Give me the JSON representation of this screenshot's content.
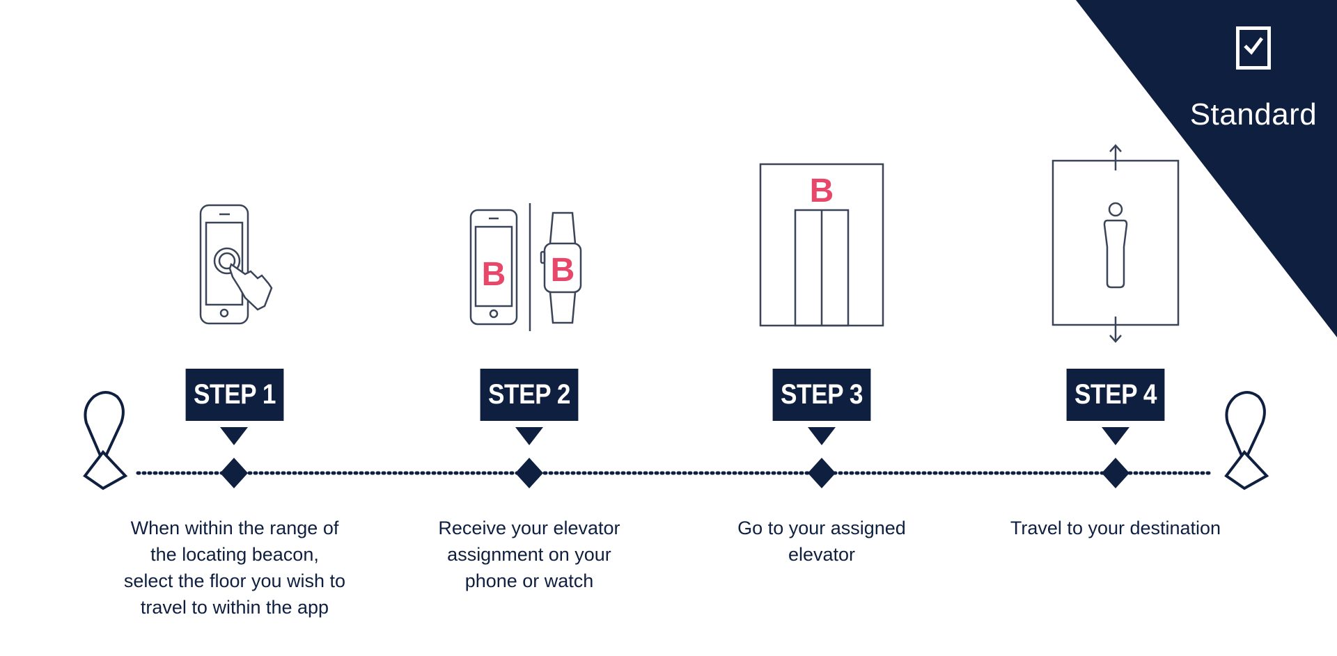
{
  "badge": {
    "label": "Standard",
    "icon": "checkbox-checked-icon",
    "color": "#0f1f3f"
  },
  "colors": {
    "navy": "#0f1f3f",
    "accent": "#e8476a",
    "outline": "#3a4458"
  },
  "icon_letter": "B",
  "steps": [
    {
      "label": "STEP 1",
      "icon": "phone-tap-icon",
      "description": "When within the range of\nthe locating beacon,\nselect the floor you wish to\ntravel to within the app"
    },
    {
      "label": "STEP 2",
      "icon": "phone-watch-assignment-icon",
      "description": "Receive your elevator\nassignment on your\nphone or watch"
    },
    {
      "label": "STEP 3",
      "icon": "elevator-door-icon",
      "description": "Go to your assigned\nelevator"
    },
    {
      "label": "STEP 4",
      "icon": "elevator-passenger-icon",
      "description": "Travel to your destination"
    }
  ],
  "timeline": {
    "start_icon": "location-pin-start-icon",
    "end_icon": "location-pin-end-icon"
  }
}
